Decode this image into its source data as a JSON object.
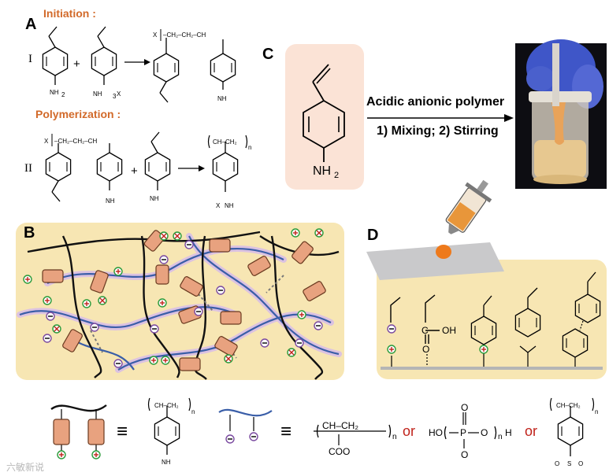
{
  "panels": {
    "A": "A",
    "B": "B",
    "C": "C",
    "D": "D"
  },
  "panel_a": {
    "initiation_title": "Initiation :",
    "polymerization_title": "Polymerization :",
    "roman_1": "I",
    "roman_2": "II",
    "plus": "+",
    "nh2": "NH",
    "nh3x": "NH",
    "chain": "–CH₂–CH₂–CH",
    "x_label": "X",
    "n_label": "n"
  },
  "panel_c": {
    "label_top": "Acidic anionic polymer",
    "label_bottom": "1) Mixing; 2) Stirring",
    "nh2_label": "NH",
    "nh2_sub": "2"
  },
  "legend": {
    "or_1": "or",
    "or_2": "or",
    "coo": "COO",
    "ho": "HO",
    "h": "H",
    "o": "O",
    "p": "P",
    "s": "S",
    "nh3": "NH",
    "n": "n",
    "ch_ch2": "CH–CH₂",
    "equiv": "≡"
  },
  "panel_d": {
    "oh": "OH",
    "c": "C",
    "o": "O"
  },
  "watermark": "六敏新说",
  "colors": {
    "accent_orange": "#d26a2a",
    "box_fill": "#f7e6b3",
    "salmon": "#e8a27f",
    "blue_chain": "#3a5ea8",
    "purple": "#7a4aa0",
    "green": "#2a9a3a",
    "red": "#c0221a"
  }
}
